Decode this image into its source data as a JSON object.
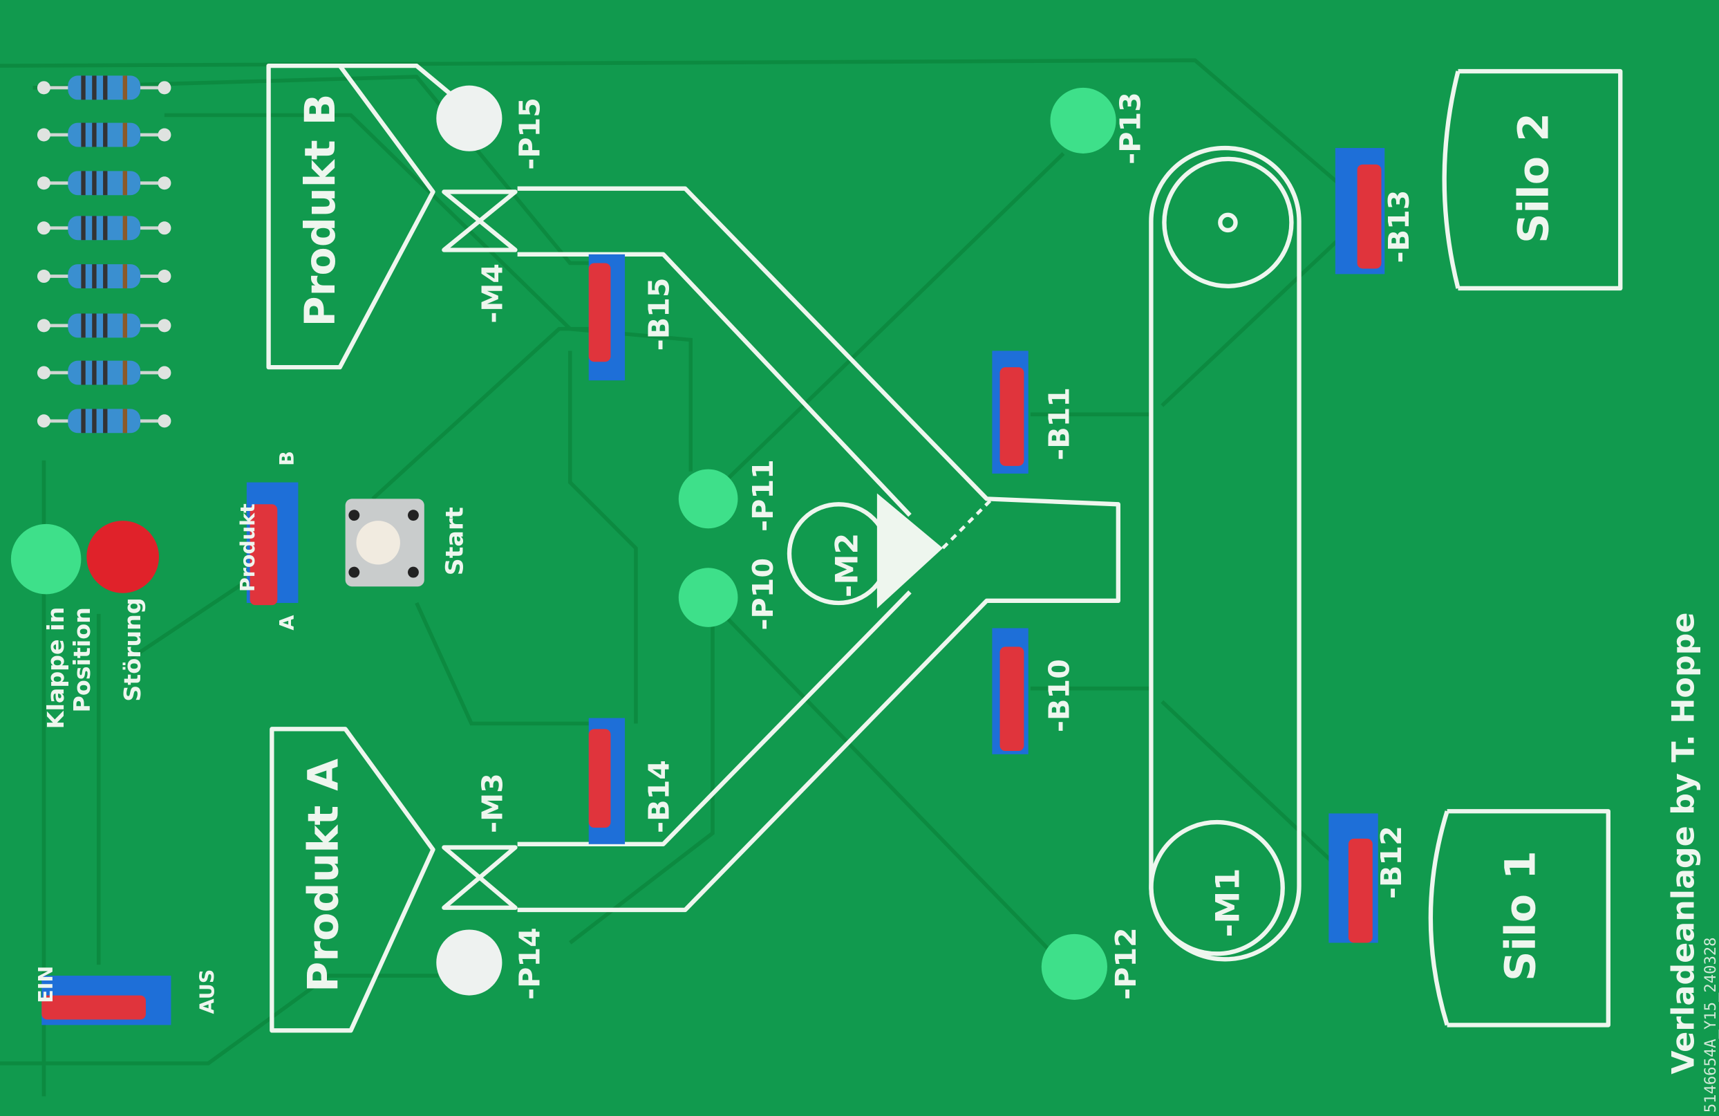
{
  "board": {
    "title": "Verladeanlage by T. Hoppe",
    "serial": "5146654A_Y15_240328",
    "colors": {
      "pcb": "#119a4e",
      "silk": "#eef6ee",
      "sensor_blue": "#1e6fd8",
      "sensor_red": "#e0343c",
      "led_green": "#3ee08a",
      "led_red": "#e0222a",
      "led_white": "#eef2f0"
    }
  },
  "labels": {
    "produkt_b": "Produkt B",
    "produkt_a": "Produkt A",
    "m4": "-M4",
    "m3": "-M3",
    "m2": "-M2",
    "m1": "-M1",
    "p15": "-P15",
    "p14": "-P14",
    "p13": "-P13",
    "p12": "-P12",
    "p11": "-P11",
    "p10": "-P10",
    "b15": "-B15",
    "b14": "-B14",
    "b13": "-B13",
    "b12": "-B12",
    "b11": "-B11",
    "b10": "-B10",
    "silo2": "Silo 2",
    "silo1": "Silo 1",
    "start": "Start",
    "produkt_switch": "Produkt",
    "switch_a": "A",
    "switch_b": "B",
    "klappe": "Klappe in",
    "position": "Position",
    "stoerung": "Störung",
    "ein": "EIN",
    "aus": "AUS"
  }
}
